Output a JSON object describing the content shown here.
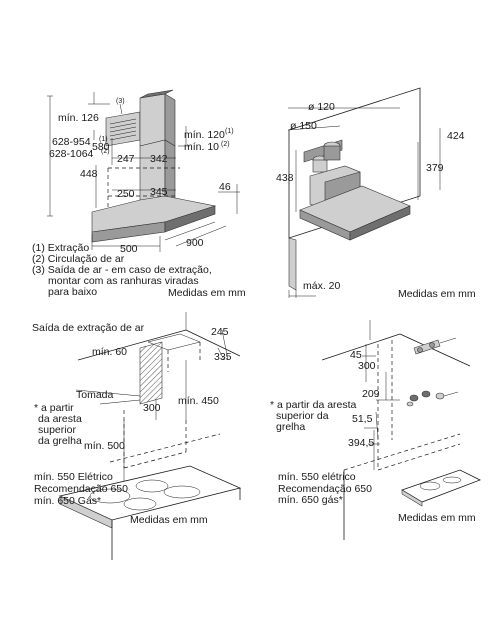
{
  "panel1": {
    "label_ref3": "(3)",
    "label_min126": "mín. 126",
    "label_range1": "628-954",
    "label_range1_ref": "(1)",
    "label_range2": "628-1064",
    "label_range2_ref": "(2)",
    "dim_580": "580",
    "dim_247": "247",
    "dim_342": "342",
    "dim_448": "448",
    "dim_250": "250",
    "dim_345": "345",
    "label_min120": "mín. 120",
    "label_min120_ref": "(1)",
    "label_min10": "mín. 10",
    "label_min10_ref": "(2)",
    "dim_46": "46",
    "dim_500": "500",
    "dim_900": "900",
    "legend": [
      "(1) Extração",
      "(2) Circulação de ar",
      "(3) Saída de ar - em caso de extração,",
      "montar com as ranhuras viradas",
      "para baixo"
    ],
    "units": "Medidas em mm"
  },
  "panel2": {
    "dim_d120": "ø 120",
    "dim_d150": "ø 150",
    "dim_424": "424",
    "dim_379": "379",
    "dim_438": "438",
    "label_max20": "máx. 20",
    "units": "Medidas em mm"
  },
  "panel3": {
    "label_outlet": "Saída de extração de ar",
    "dim_245": "245",
    "label_min60": "mín. 60",
    "dim_335": "335",
    "label_socket": "Tomada",
    "note": [
      "* a partir",
      "da aresta",
      "superior",
      "da grelha"
    ],
    "dim_300": "300",
    "label_min450": "mín. 450",
    "label_min500": "mín. 500",
    "hob": [
      "mín. 550 Elétrico",
      "Recomendação 650",
      "mín. 650 Gás*"
    ],
    "units": "Medidas em mm"
  },
  "panel4": {
    "dim_45": "45",
    "dim_300": "300",
    "note": [
      "* a partir da aresta",
      "superior da",
      "grelha"
    ],
    "dim_209": "209",
    "dim_51_5": "51,5",
    "dim_394_5": "394,5",
    "hob": [
      "mín. 550 elétrico",
      "Recomendação 650",
      "mín. 650 gás*"
    ],
    "units": "Medidas em mm"
  }
}
